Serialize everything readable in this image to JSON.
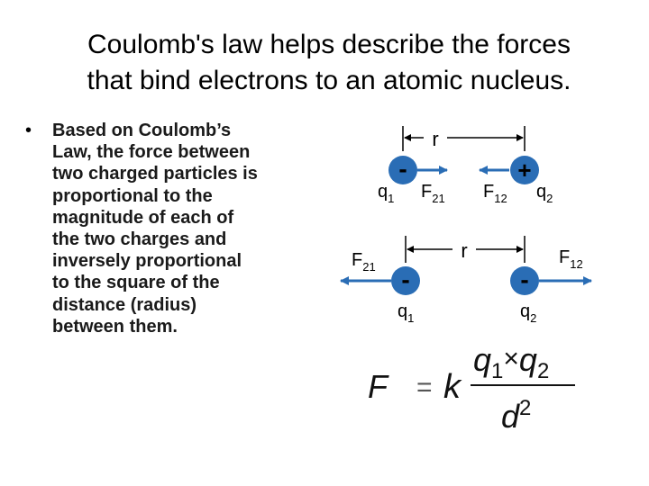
{
  "slide": {
    "title_lines": [
      "Coulomb's law helps describe the forces",
      "that bind electrons to an atomic nucleus."
    ],
    "bullet_symbol": "•",
    "bullet_lines": [
      "Based on Coulomb’s",
      "Law, the force between",
      "two charged particles is",
      "proportional to the",
      "magnitude of each of",
      "the two charges and",
      "inversely proportional",
      "to the square of the",
      "distance (radius)",
      "between them."
    ]
  },
  "diagram": {
    "colors": {
      "charge_circle": "#2a6db5",
      "arrow": "#2a6db5",
      "sign": "#000000"
    },
    "top": {
      "distance_label": "r",
      "left_charge_sign": "-",
      "right_charge_sign": "+",
      "q1": {
        "base": "q",
        "sub": "1"
      },
      "q2": {
        "base": "q",
        "sub": "2"
      },
      "f21": {
        "base": "F",
        "sub": "21"
      },
      "f12": {
        "base": "F",
        "sub": "12"
      }
    },
    "bottom": {
      "distance_label": "r",
      "left_charge_sign": "-",
      "right_charge_sign": "-",
      "q1": {
        "base": "q",
        "sub": "1"
      },
      "q2": {
        "base": "q",
        "sub": "2"
      },
      "f21": {
        "base": "F",
        "sub": "21"
      },
      "f12": {
        "base": "F",
        "sub": "12"
      }
    },
    "formula": {
      "lhs": "F",
      "equals": "=",
      "constant": "k",
      "num_q1": "q",
      "num_sub1": "1",
      "times": "×",
      "num_q2": "q",
      "num_sub2": "2",
      "den_base": "d",
      "den_exp": "2"
    }
  }
}
